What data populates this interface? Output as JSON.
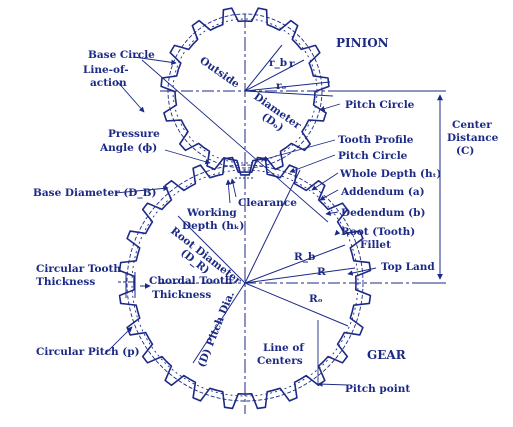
{
  "diagram": {
    "title_pinion": "PINION",
    "title_gear": "GEAR",
    "colors": {
      "ink": "#1c2a86",
      "background": "#ffffff"
    },
    "pinion_labels": {
      "base_circle": "Base Circle",
      "line_of_action_1": "Line-of-",
      "line_of_action_2": "action",
      "pressure_angle_1": "Pressure",
      "pressure_angle_2": "Angle (ϕ)",
      "outside": "Outside",
      "diameter": "Diameter",
      "d_o": "(Dₒ)",
      "r_b": "r_b",
      "r": "r",
      "r_o": "rₒ",
      "pitch_circle": "Pitch Circle"
    },
    "center_distance": {
      "line1": "Center",
      "line2": "Distance",
      "line3": "(C)"
    },
    "mesh_labels": {
      "tooth_profile": "Tooth Profile",
      "pitch_circle": "Pitch Circle",
      "whole_depth": "Whole Depth (hₜ)",
      "addendum": "Addendum (a)",
      "dedendum": "Dedendum (b)",
      "root_tooth_1": "Root (Tooth)",
      "root_tooth_2": "Fillet",
      "top_land": "Top Land",
      "clearance": "Clearance",
      "working_depth_1": "Working",
      "working_depth_2": "Depth (hₖ)",
      "base_diameter": "Base Diameter (D_B)"
    },
    "gear_labels": {
      "root_diameter_1": "Root Diameter",
      "root_diameter_2": "(D_R)",
      "circ_thickness_1": "Circular Tooth",
      "circ_thickness_2": "Thickness",
      "chordal_1": "Chordal Tooth",
      "chordal_2": "Thickness",
      "circular_pitch": "Circular Pitch (p)",
      "pitch_dia": "(D) Pitch Dia.",
      "line_of_centers_1": "Line of",
      "line_of_centers_2": "Centers",
      "R_b": "R_b",
      "R": "R",
      "R_o": "Rₒ",
      "pitch_point": "Pitch point"
    }
  }
}
